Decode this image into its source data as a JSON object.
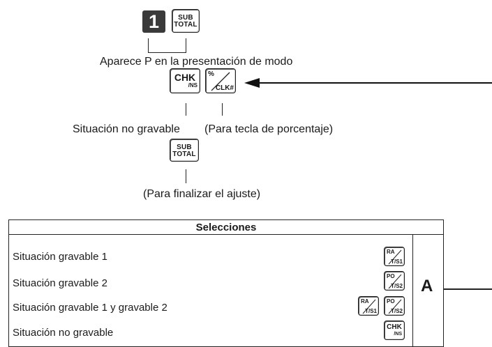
{
  "keys": {
    "one": "1",
    "subtotal_top": "SUB",
    "subtotal_bottom": "TOTAL",
    "chk_top": "CHK",
    "chk_bottom": "/NS",
    "percent_top": "%",
    "percent_bottom": "CLK#",
    "ra_top": "RA",
    "ra_bottom": "T/S1",
    "po_top": "PO",
    "po_bottom": "T/S2"
  },
  "captions": {
    "mode_display": "Aparece P en la presentación de modo",
    "non_taxable": "Situación no gravable",
    "percent_key": "(Para tecla de porcentaje)",
    "finish": "(Para finalizar el ajuste)"
  },
  "table": {
    "header": "Selecciones",
    "label": "A",
    "rows": [
      "Situación gravable 1",
      "Situación gravable 2",
      "Situación gravable 1 y gravable 2",
      "Situación no gravable"
    ]
  }
}
